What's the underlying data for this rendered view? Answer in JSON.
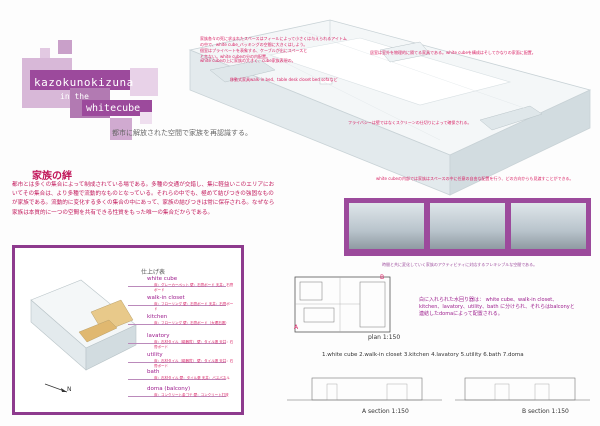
{
  "title": {
    "line1": "kazokunokizuna",
    "line2": "in the",
    "line3": "whitecube",
    "subtitle": "都市に解放された空間で家族を再認識する。"
  },
  "section": {
    "heading": "家族の絆",
    "body": "都市とは多くの集合によって制成されている場である。多種の交通が交錯し、集に軽益いこのエリアにおいてその集合は、より多種で流動的なものとなっている。それらの中でも、極めて結びつきの強固なものが家族である。流動的に変化する多くの集合の中にあって、家族の結びつきは常に保存される。なぜなら家族は本質的に一つの空間を共有できる性質をもった唯一の集合だからである。"
  },
  "notes": {
    "top": "家族各々の死に求まれたスペースはフィールによって小さくは与えられるアイトムの中で、white cube_バッキングの空間に大きくはしよう。",
    "n2": "個室はプライベートを表象する、ケーブルが出にスペースとと言ない。white cubeの分の内配置。",
    "n3": "white cubeの上に家族の大きく、cube家族表現の。",
    "n4": "居室は室外を物理的に隔てる家具である。white cubeを構成はそしてかなりの家面に配置。",
    "n5": "移動式家具walk-in bed、table desk closet bed sofaなど",
    "n6": "フライバシーは壁ではなくスクリーンの仕切りによって確保される。",
    "n7": "white cubeの内部では家族はスペースの中に任意の自由な配置を行う、どの方向からも見渡すことができる。"
  },
  "photo_caption": "時間と共に変化していく家族のアクティビティに対応するフレキシブルな空間である。",
  "finishes": {
    "heading": "仕上げ表",
    "rooms": [
      {
        "name": "white cube",
        "desc": "床：グレーカーペット 壁：石膏ボード 天井：石膏ボード"
      },
      {
        "name": "walk-in closet",
        "desc": "床：フローリング 壁：石膏ボード 天井：石膏ボード"
      },
      {
        "name": "kitchen",
        "desc": "床：フローリング 壁：石膏ボード（大理石張）"
      },
      {
        "name": "lavatory",
        "desc": "床：石材タイル（磁器質） 壁：タイル張 天井：石膏ボード"
      },
      {
        "name": "utility",
        "desc": "床：石材タイル（磁器質） 壁：タイル張 天井：石膏ボード"
      },
      {
        "name": "bath",
        "desc": "床：石材タイル 壁：タイル張 天井：バスパネル"
      },
      {
        "name": "doma (balcony)",
        "desc": "床：コンクリート金ゴテ 壁：コンクリート打放"
      }
    ],
    "north": "N"
  },
  "plan": {
    "label": "plan 1:150",
    "legend": "1.white cube  2.walk-in closet  3.kitchen  4.lavatory  5.utility  6.bath  7.doma",
    "markA": "A",
    "markB": "B",
    "right_note": "白に入れられた水回り器は：\nwhite cube、walk-in closet、kitchen、lavatory、utility、bath に分けられ、それらはbalconyと連結したdomaによって配置される。"
  },
  "sections": {
    "a": "A section  1:150",
    "b": "B section  1:150"
  },
  "colors": {
    "accent": "#9c4a9c",
    "pink": "#d81b60",
    "frame": "#8e3b8e"
  }
}
